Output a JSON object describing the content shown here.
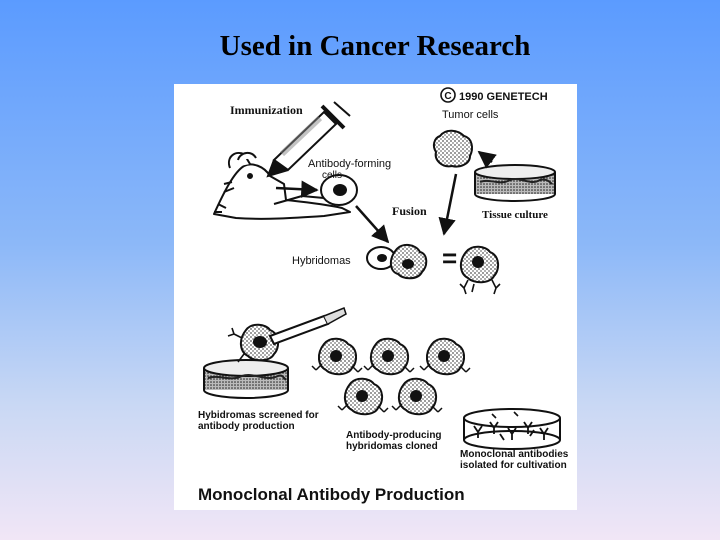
{
  "slide": {
    "title": "Used in Cancer Research"
  },
  "diagram": {
    "copyright": "1990 GENETECH",
    "copyright_symbol": "C",
    "labels": {
      "immunization": "Immunization",
      "antibody_forming_line1": "Antibody-forming",
      "antibody_forming_line2": "cells",
      "fusion": "Fusion",
      "tumor_cells": "Tumor cells",
      "tissue_culture": "Tissue culture",
      "hybridomas": "Hybridomas",
      "equals": "=",
      "screened_line1": "Hybidromas screened for",
      "screened_line2": "antibody production",
      "cloned_line1": "Antibody-producing",
      "cloned_line2": "hybridomas cloned",
      "monoclonal_line1": "Monoclonal antibodies",
      "monoclonal_line2": "isolated for cultivation",
      "footer_title": "Monoclonal Antibody Production"
    }
  }
}
